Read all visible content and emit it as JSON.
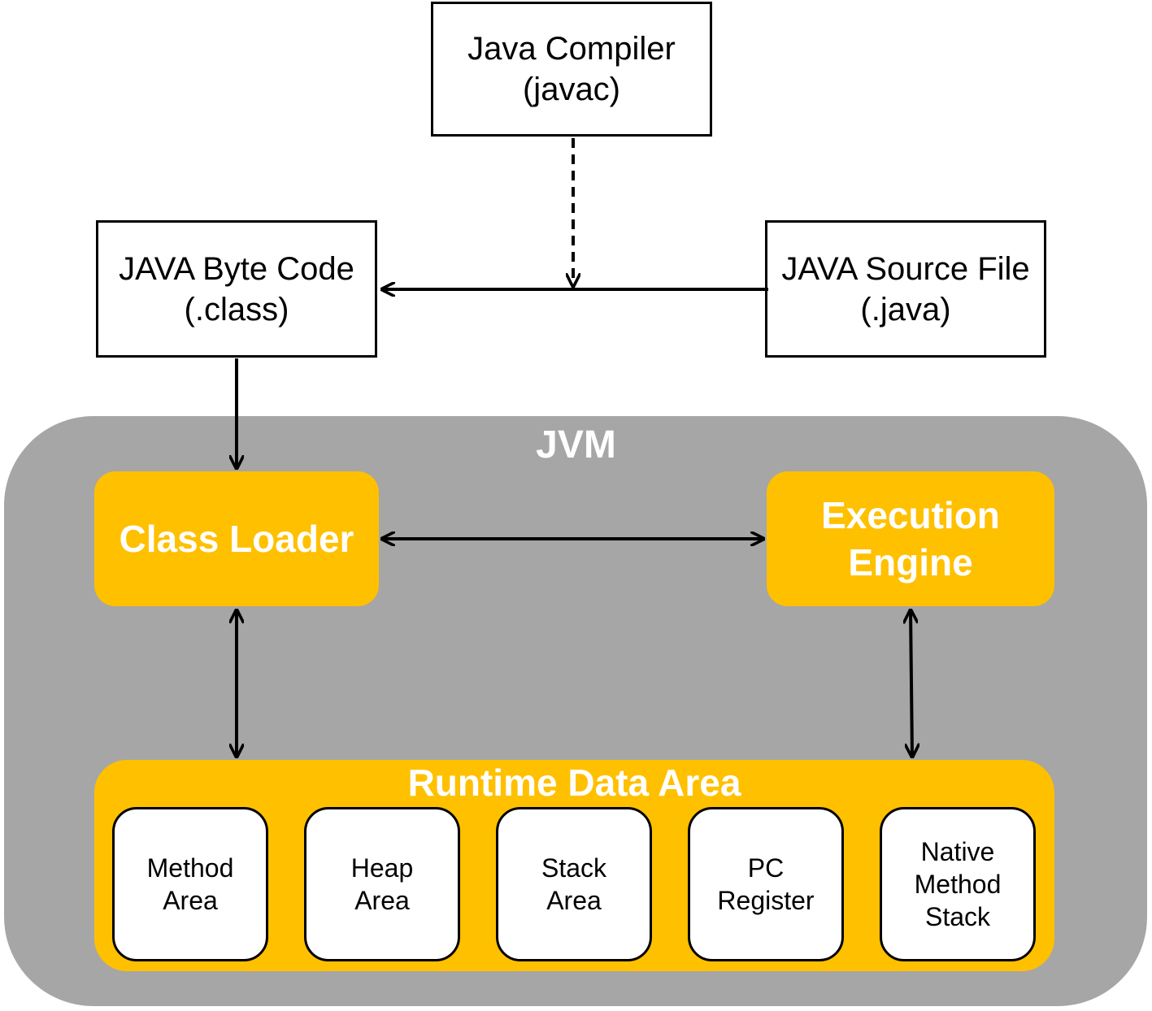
{
  "compiler": {
    "line1": "Java Compiler",
    "line2": "(javac)"
  },
  "bytecode": {
    "line1": "JAVA Byte Code",
    "line2": "(.class)"
  },
  "source": {
    "line1": "JAVA Source File",
    "line2": "(.java)"
  },
  "jvm": {
    "title": "JVM",
    "class_loader": "Class Loader",
    "execution_engine": {
      "line1": "Execution",
      "line2": "Engine"
    },
    "runtime_data_area": {
      "title": "Runtime Data Area",
      "areas": [
        {
          "lines": [
            "Method",
            "Area"
          ]
        },
        {
          "lines": [
            "Heap",
            "Area"
          ]
        },
        {
          "lines": [
            "Stack",
            "Area"
          ]
        },
        {
          "lines": [
            "PC",
            "Register"
          ]
        },
        {
          "lines": [
            "Native",
            "Method",
            "Stack"
          ]
        }
      ]
    }
  },
  "colors": {
    "jvm_background": "#a6a6a6",
    "component": "#ffc000",
    "component_text": "#ffffff",
    "box_border": "#000000"
  }
}
